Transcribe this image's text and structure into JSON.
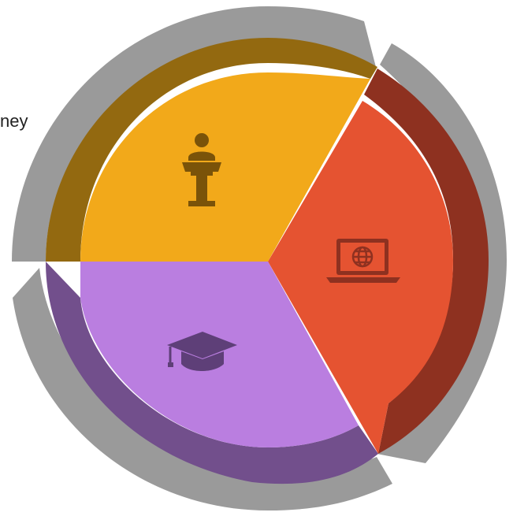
{
  "partial_text": "ney",
  "colors": {
    "outer_ring": "#9a9a9a",
    "segment_yellow": "#f2a91a",
    "segment_yellow_band": "#936910",
    "segment_orange": "#e55331",
    "segment_orange_band": "#8e3120",
    "segment_purple": "#ba7ee0",
    "segment_purple_band": "#724f8c"
  },
  "segments": [
    {
      "id": "speaker",
      "icon": "speaker-podium-icon",
      "color": "segment_yellow"
    },
    {
      "id": "online",
      "icon": "laptop-globe-icon",
      "color": "segment_orange"
    },
    {
      "id": "education",
      "icon": "graduation-cap-icon",
      "color": "segment_purple"
    }
  ]
}
